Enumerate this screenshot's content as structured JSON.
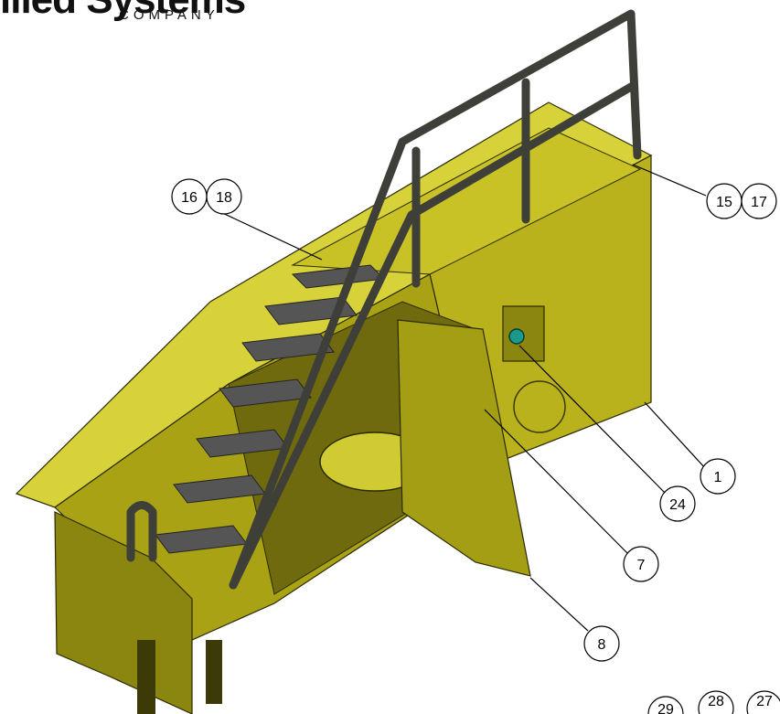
{
  "logo": {
    "brand_partial": "ilied Systems",
    "subtitle": "COMPANY"
  },
  "colors": {
    "body": "#b9b21c",
    "body_light": "#d7d23a",
    "body_dark": "#7c770f",
    "shadow": "#3c3a06",
    "rail": "#55554f",
    "leader": "#000000"
  },
  "callouts": [
    {
      "id": "c16",
      "label": "16"
    },
    {
      "id": "c18",
      "label": "18"
    },
    {
      "id": "c15",
      "label": "15"
    },
    {
      "id": "c17",
      "label": "17"
    },
    {
      "id": "c1",
      "label": "1"
    },
    {
      "id": "c24",
      "label": "24"
    },
    {
      "id": "c7",
      "label": "7"
    },
    {
      "id": "c8",
      "label": "8"
    },
    {
      "id": "c29",
      "label": "29"
    },
    {
      "id": "c28",
      "label": "28"
    },
    {
      "id": "c27",
      "label": "27"
    }
  ]
}
